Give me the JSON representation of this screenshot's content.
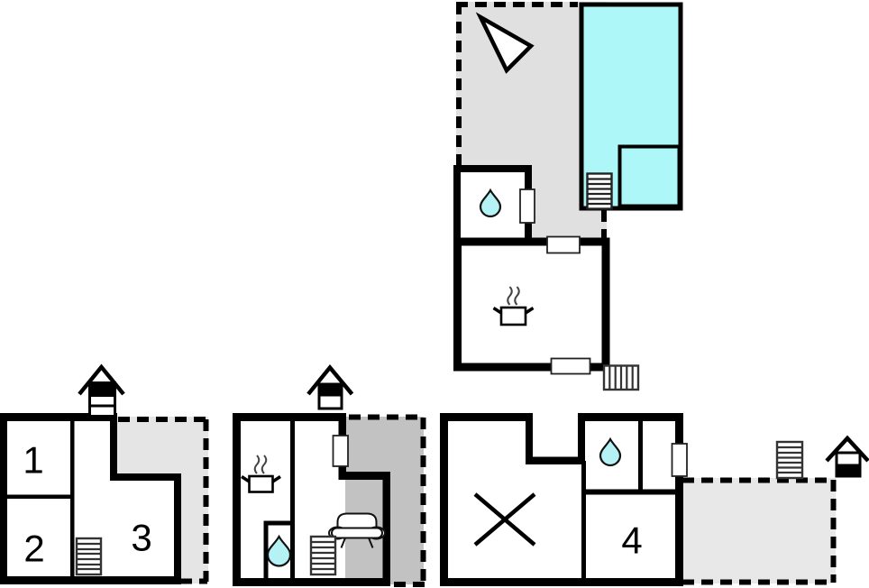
{
  "colors": {
    "background": "#ffffff",
    "wall": "#000000",
    "pool_water": "#aef7f9",
    "water_drop": "#b5f2f6",
    "terrace_upper": "#e0e0e0",
    "terrace_left": "#e5e5e5",
    "terrace_middle": "#c2c2c2",
    "terrace_right": "#e8e8e8"
  },
  "plans": {
    "upper": {
      "icons": [
        "north-arrow",
        "swimming-pool",
        "pool-steps",
        "water-drop",
        "door",
        "cooking-pot",
        "stairs"
      ]
    },
    "bottom_left": {
      "labels": {
        "room1": "1",
        "room2": "2",
        "room3": "3"
      },
      "icons": [
        "chimney-house",
        "stairs"
      ]
    },
    "bottom_middle": {
      "icons": [
        "chimney-house",
        "cooking-pot",
        "water-drop",
        "sofa",
        "stairs",
        "door"
      ]
    },
    "bottom_right": {
      "labels": {
        "room4": "4"
      },
      "icons": [
        "cross-mark",
        "water-drop",
        "door",
        "stairs",
        "house-entrance"
      ]
    }
  }
}
